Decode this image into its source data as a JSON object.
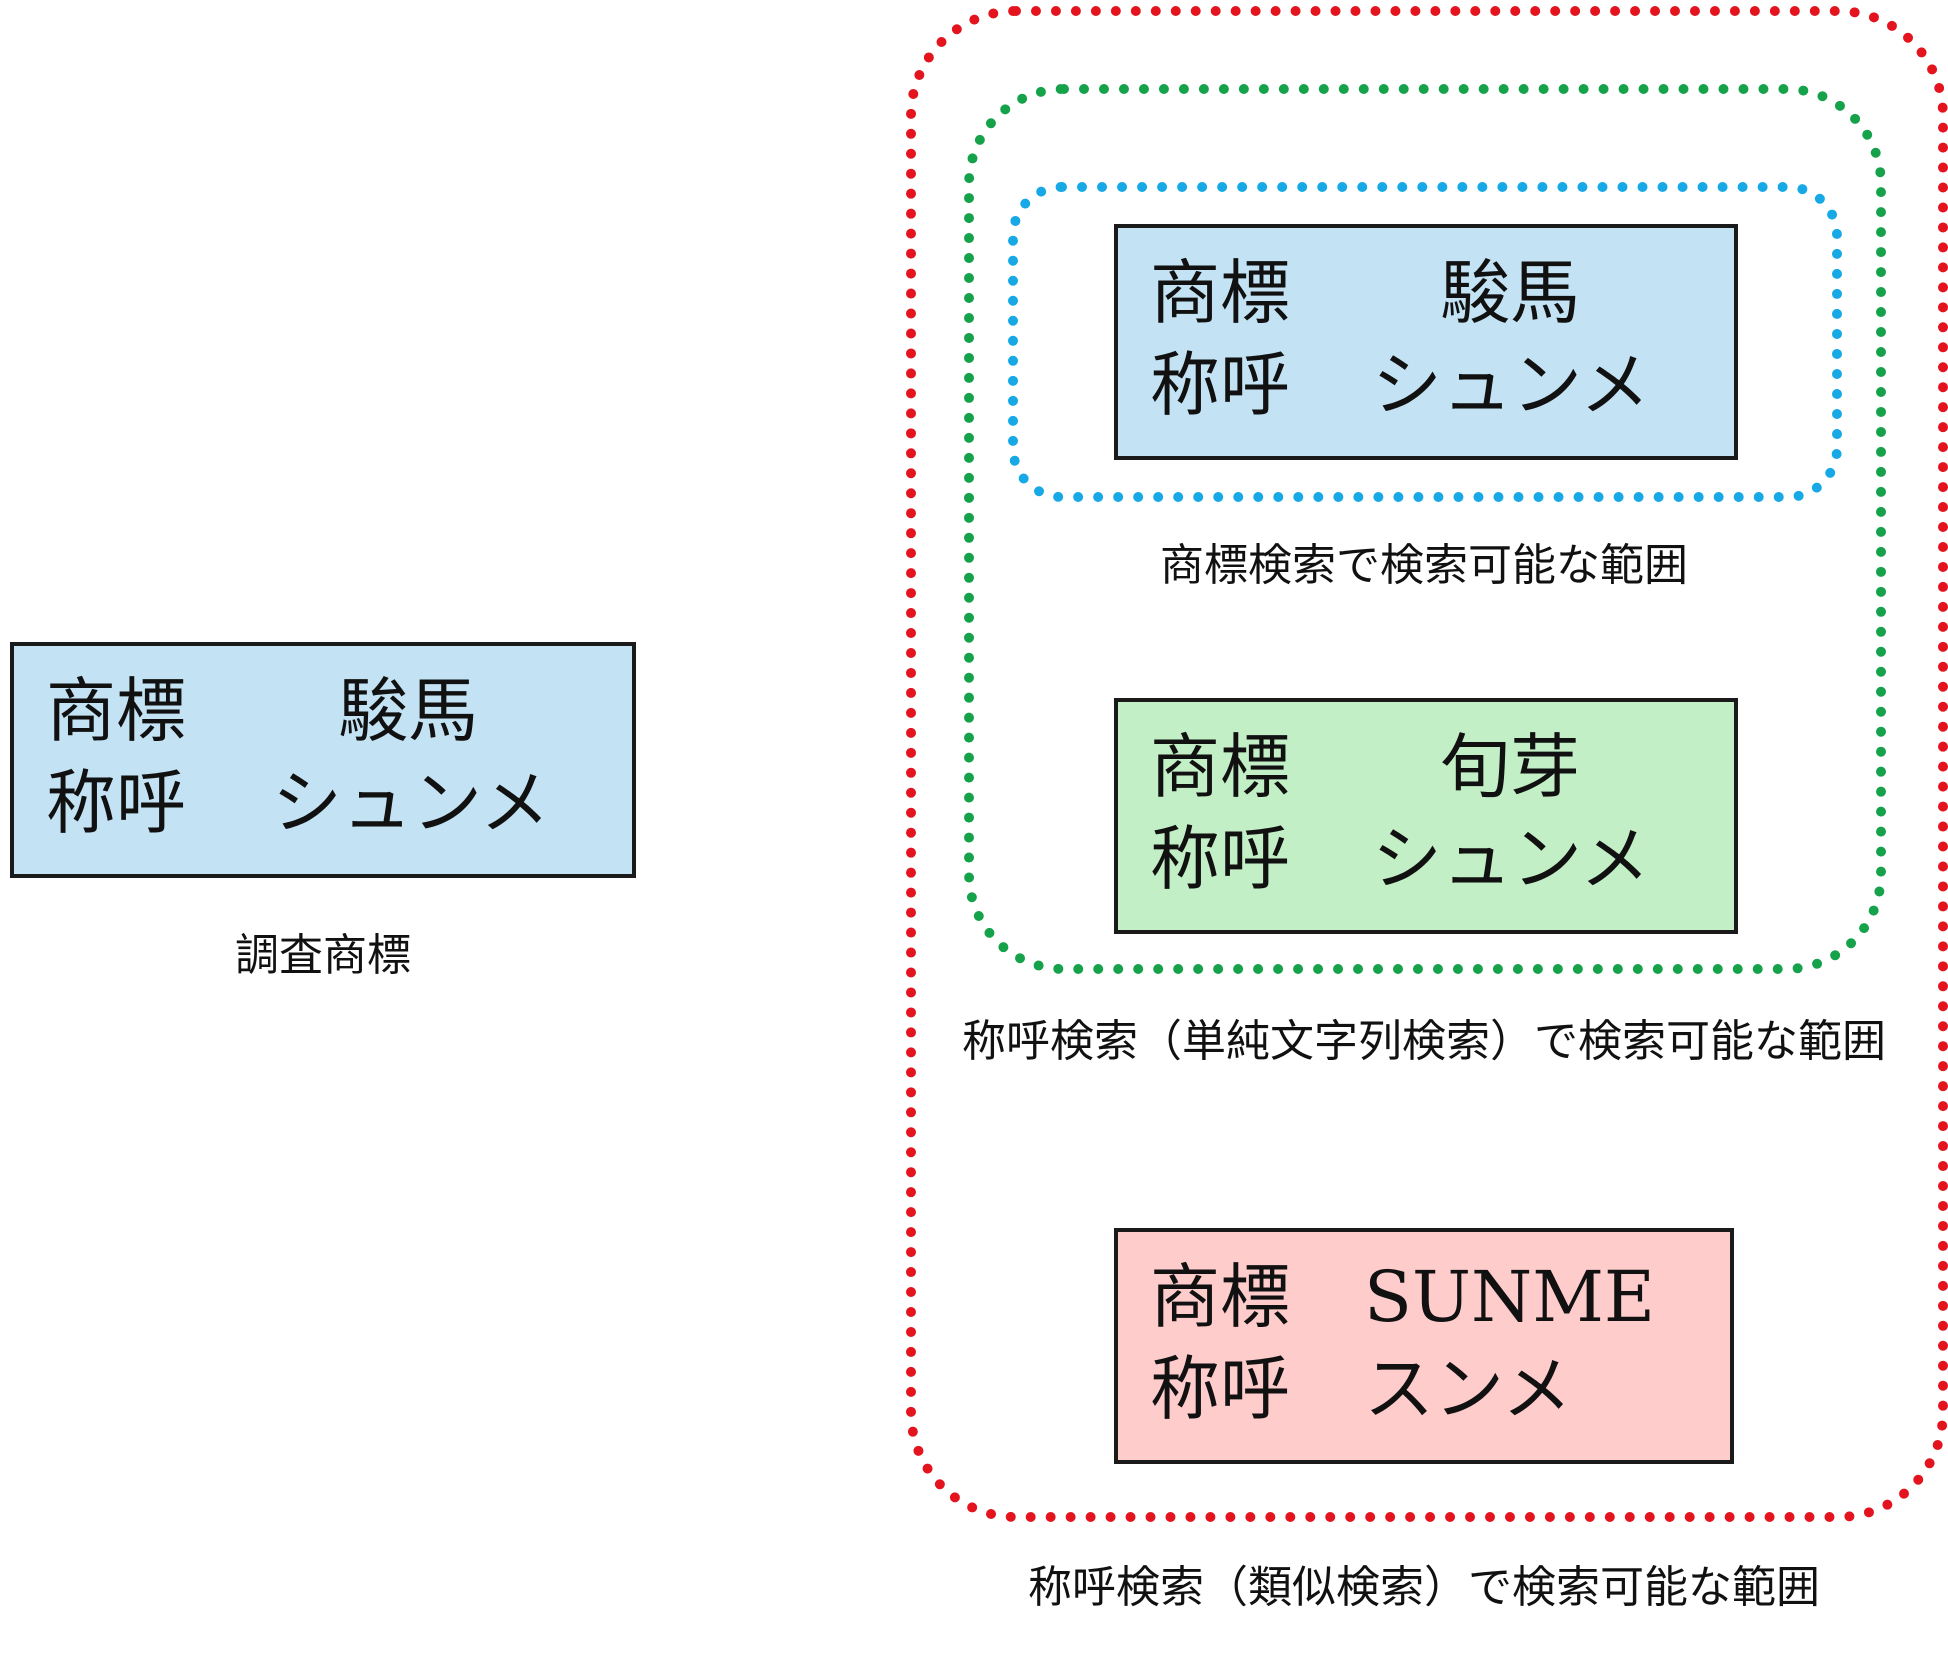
{
  "colors": {
    "blue_fill": "#c3e3f4",
    "green_fill": "#c3efc7",
    "red_fill": "#ffcccc",
    "blue_dash": "#17a8e6",
    "green_dash": "#16a24a",
    "red_dash": "#e3141e"
  },
  "survey": {
    "label_mark": "商標",
    "label_reading": "称呼",
    "mark": "駿馬",
    "reading": "シュンメ",
    "caption": "調査商標"
  },
  "results": [
    {
      "label_mark": "商標",
      "label_reading": "称呼",
      "mark": "駿馬",
      "reading": "シュンメ"
    },
    {
      "label_mark": "商標",
      "label_reading": "称呼",
      "mark": "旬芽",
      "reading": "シュンメ"
    },
    {
      "label_mark": "商標",
      "label_reading": "称呼",
      "mark": "SUNME",
      "reading": "スンメ"
    }
  ],
  "scopes": {
    "trademark_search": "商標検索で検索可能な範囲",
    "reading_exact_search": "称呼検索（単純文字列検索）で検索可能な範囲",
    "reading_similar_search": "称呼検索（類似検索）で検索可能な範囲"
  }
}
